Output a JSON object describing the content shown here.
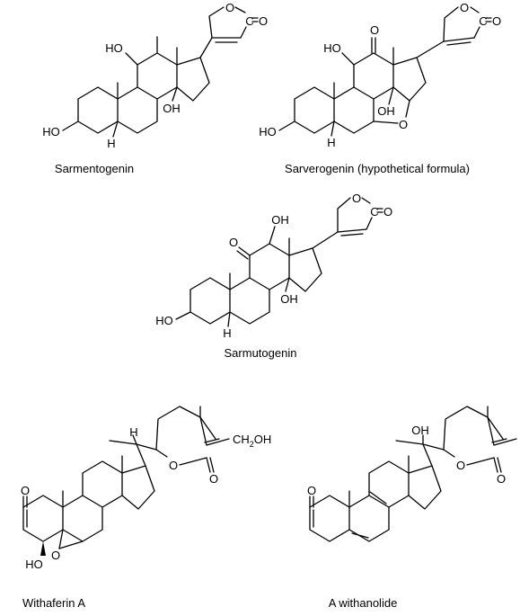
{
  "figure": {
    "structures": [
      {
        "id": "sarmentogenin",
        "caption": "Sarmentogenin",
        "labels": {
          "o_ring": "O",
          "c_carbonyl": "C",
          "o_carbonyl": "O",
          "ho_11": "HO",
          "ho_3": "HO",
          "oh_14": "OH",
          "h_5": "H"
        }
      },
      {
        "id": "sarverogenin",
        "caption": "Sarverogenin (hypothetical formula)",
        "labels": {
          "o_ring": "O",
          "c_carbonyl": "C",
          "o_carbonyl": "O",
          "o_keto": "O",
          "ho_11": "HO",
          "ho_3": "HO",
          "oh_14": "OH",
          "o_ether": "O",
          "h_5": "H"
        }
      },
      {
        "id": "sarmutogenin",
        "caption": "Sarmutogenin",
        "labels": {
          "o_ring": "O",
          "c_carbonyl": "C",
          "o_carbonyl": "O",
          "o_keto": "O",
          "oh_12": "OH",
          "ho_3": "HO",
          "oh_14": "OH",
          "h_5": "H"
        }
      },
      {
        "id": "withaferin-a",
        "caption": "Withaferin A",
        "labels": {
          "h_20": "H",
          "ch2oh": "CH",
          "ch2oh_sub": "2",
          "ch2oh_end": "OH",
          "o_ring": "O",
          "o_carbonyl": "O",
          "o_keto": "O",
          "ho_4": "HO",
          "o_epoxide": "O"
        }
      },
      {
        "id": "withanolide",
        "caption": "A withanolide",
        "labels": {
          "oh_20": "OH",
          "o_ring": "O",
          "o_carbonyl": "O",
          "o_keto": "O"
        }
      }
    ]
  }
}
